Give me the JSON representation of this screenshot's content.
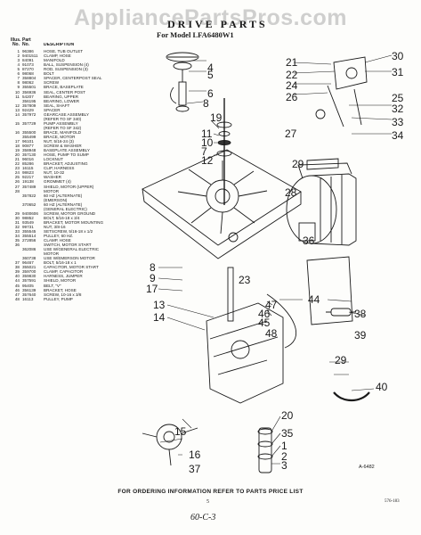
{
  "watermark": "AppliancePartsPros.com",
  "title": "DRIVE PARTS",
  "subtitle": "For Model LFA6480W1",
  "list_header": {
    "illus": "Illus.",
    "part": "Part",
    "no1": "No.",
    "no2": "No.",
    "description": "DESCRIPTION"
  },
  "parts": [
    {
      "n": "1",
      "p": "96386",
      "d": "HOSE, TUB OUTLET"
    },
    {
      "n": "2",
      "p": "9401511",
      "d": "CLAMP, HOSE"
    },
    {
      "n": "3",
      "p": "84091",
      "d": "MANIFOLD"
    },
    {
      "n": "4",
      "p": "91073",
      "d": "BALL, SUSPENSION (4)"
    },
    {
      "n": "5",
      "p": "87270",
      "d": "ROD, SUSPENSION (3)"
    },
    {
      "n": "6",
      "p": "98068",
      "d": "BOLT"
    },
    {
      "n": "7",
      "p": "358804",
      "d": "SPACER, CENTERPOST SEAL"
    },
    {
      "n": "8",
      "p": "98062",
      "d": "SCREW"
    },
    {
      "n": "9",
      "p": "355501",
      "d": "BRACE, BASEPLATE"
    },
    {
      "n": "10",
      "p": "356936",
      "d": "SEAL, CENTER POST"
    },
    {
      "n": "11",
      "p": "54207",
      "d": "BEARING, UPPER"
    },
    {
      "n": "",
      "p": "356195",
      "d": "BEARING, LOWER"
    },
    {
      "n": "12",
      "p": "357809",
      "d": "SEAL, SHAFT"
    },
    {
      "n": "13",
      "p": "92429",
      "d": "SPACER"
    },
    {
      "n": "14",
      "p": "357972",
      "d": "GEARCASE ASSEMBLY"
    },
    {
      "n": "",
      "p": "",
      "d": "(REFER TO SF 340)"
    },
    {
      "n": "15",
      "p": "357729",
      "d": "PUMP ASSEMBLY"
    },
    {
      "n": "",
      "p": "",
      "d": "(REFER TO SF 342)"
    },
    {
      "n": "16",
      "p": "355500",
      "d": "BRACE, MANIFOLD"
    },
    {
      "n": "",
      "p": "355499",
      "d": "BRACE, MOTOR"
    },
    {
      "n": "17",
      "p": "96101",
      "d": "NUT, 5/16-24 (3)"
    },
    {
      "n": "18",
      "p": "90877",
      "d": "SCREW & WASHER"
    },
    {
      "n": "19",
      "p": "358948",
      "d": "BASEPLATE ASSEMBLY"
    },
    {
      "n": "20",
      "p": "357130",
      "d": "HOSE, PUMP TO SUMP"
    },
    {
      "n": "21",
      "p": "96016",
      "d": "LOCKNUT"
    },
    {
      "n": "22",
      "p": "85286",
      "d": "BRACKET, ADJUSTING"
    },
    {
      "n": "23",
      "p": "16115",
      "d": "CLIP, HARNESS"
    },
    {
      "n": "24",
      "p": "98623",
      "d": "NUT, 10-32"
    },
    {
      "n": "25",
      "p": "92217",
      "d": "WASHER"
    },
    {
      "n": "26",
      "p": "19138",
      "d": "GROMMET (4)"
    },
    {
      "n": "27",
      "p": "357489",
      "d": "SHIELD, MOTOR (UPPER)"
    },
    {
      "n": "28",
      "p": "",
      "d": "MOTOR"
    },
    {
      "n": "",
      "p": "357822",
      "d": "60 HZ (ALTERNATE)"
    },
    {
      "n": "",
      "p": "",
      "d": "(EMERSON)"
    },
    {
      "n": "",
      "p": "370652",
      "d": "60 HZ (ALTERNATE)"
    },
    {
      "n": "",
      "p": "",
      "d": "(GENERAL ELECTRIC)"
    },
    {
      "n": "29",
      "p": "9400606",
      "d": "SCREW, MOTOR GROUND"
    },
    {
      "n": "30",
      "p": "98852",
      "d": "BOLT, 5/16-18 x 3/4"
    },
    {
      "n": "31",
      "p": "93549",
      "d": "BRACKET, MOTOR MOUNTING"
    },
    {
      "n": "32",
      "p": "99731",
      "d": "NUT, 3/8-16"
    },
    {
      "n": "33",
      "p": "355545",
      "d": "SETSCREW, 5/16-18 x 1/2"
    },
    {
      "n": "34",
      "p": "355514",
      "d": "PULLEY, 60 HZ."
    },
    {
      "n": "35",
      "p": "272856",
      "d": "CLAMP, HOSE"
    },
    {
      "n": "36",
      "p": "",
      "d": "SWITCH, MOTOR START"
    },
    {
      "n": "",
      "p": "362086",
      "d": "USE W/GENERAL ELECTRIC"
    },
    {
      "n": "",
      "p": "",
      "d": "MOTOR"
    },
    {
      "n": "",
      "p": "360738",
      "d": "USE W/EMERSON MOTOR"
    },
    {
      "n": "37",
      "p": "96467",
      "d": "BOLT, 5/16-18 x 1"
    },
    {
      "n": "38",
      "p": "355021",
      "d": "CAPACITOR, MOTOR START"
    },
    {
      "n": "39",
      "p": "359700",
      "d": "CLAMP, CAPACITOR"
    },
    {
      "n": "40",
      "p": "359830",
      "d": "HARNESS, JUMPER"
    },
    {
      "n": "44",
      "p": "357591",
      "d": "SHIELD, MOTOR"
    },
    {
      "n": "45",
      "p": "95405",
      "d": "BELT, \"V\""
    },
    {
      "n": "46",
      "p": "356139",
      "d": "BRACKET, HOSE"
    },
    {
      "n": "47",
      "p": "357640",
      "d": "SCREW, 10-16 x 3/8"
    },
    {
      "n": "48",
      "p": "16113",
      "d": "PULLEY, PUMP"
    }
  ],
  "callouts": [
    {
      "t": "4"
    },
    {
      "t": "5"
    },
    {
      "t": "6"
    },
    {
      "t": "8"
    },
    {
      "t": "19"
    },
    {
      "t": "11"
    },
    {
      "t": "10"
    },
    {
      "t": "7"
    },
    {
      "t": "12"
    },
    {
      "t": "21"
    },
    {
      "t": "22"
    },
    {
      "t": "24"
    },
    {
      "t": "26"
    },
    {
      "t": "30"
    },
    {
      "t": "31"
    },
    {
      "t": "25"
    },
    {
      "t": "32"
    },
    {
      "t": "33"
    },
    {
      "t": "34"
    },
    {
      "t": "27"
    },
    {
      "t": "28"
    },
    {
      "t": "29"
    },
    {
      "t": "36"
    },
    {
      "t": "8"
    },
    {
      "t": "9"
    },
    {
      "t": "17"
    },
    {
      "t": "23"
    },
    {
      "t": "13"
    },
    {
      "t": "14"
    },
    {
      "t": "44"
    },
    {
      "t": "47"
    },
    {
      "t": "46"
    },
    {
      "t": "45"
    },
    {
      "t": "48"
    },
    {
      "t": "38"
    },
    {
      "t": "39"
    },
    {
      "t": "29"
    },
    {
      "t": "40"
    },
    {
      "t": "20"
    },
    {
      "t": "35"
    },
    {
      "t": "15"
    },
    {
      "t": "1"
    },
    {
      "t": "2"
    },
    {
      "t": "3"
    },
    {
      "t": "37"
    },
    {
      "t": "16"
    }
  ],
  "drawing_number": "A-6482",
  "footer": "FOR ORDERING INFORMATION REFER TO PARTS PRICE LIST",
  "page_number": "5",
  "file_number": "576-183",
  "handwritten": "60-C-3"
}
